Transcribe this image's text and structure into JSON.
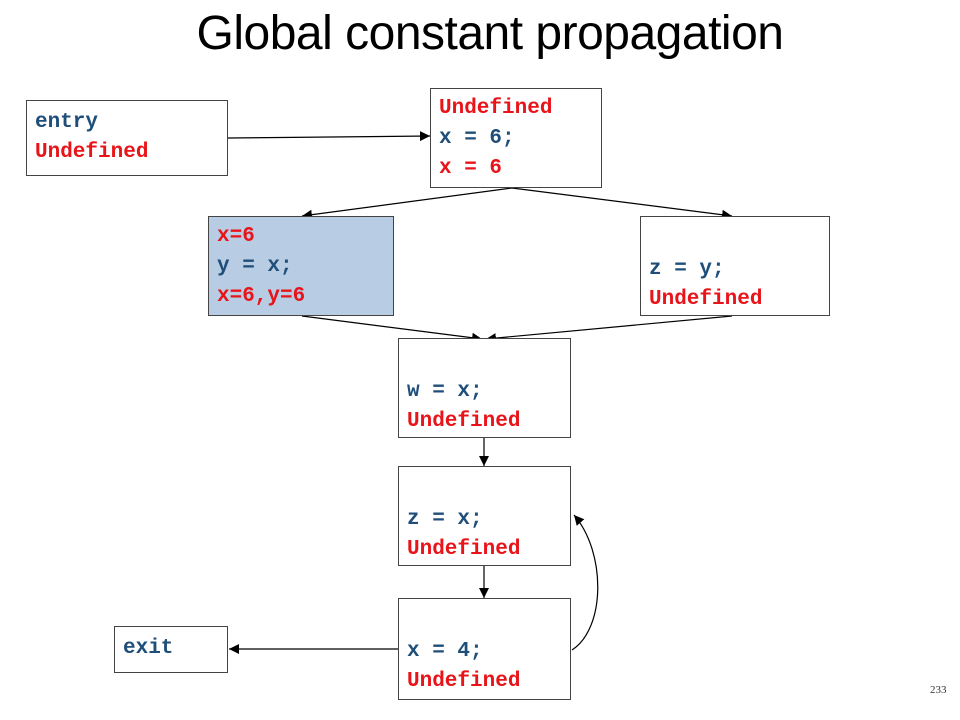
{
  "title": "Global constant propagation",
  "slide_number": "233",
  "colors": {
    "fact": "#e8141a",
    "code": "#1f4e79",
    "highlight": "#b8cce4"
  },
  "nodes": {
    "entry": {
      "code": "entry",
      "fact": "Undefined"
    },
    "n1": {
      "fact_in": "Undefined",
      "code": "x = 6;",
      "fact_out": "x = 6"
    },
    "n2": {
      "fact_in": "x=6",
      "code": "y = x;",
      "fact_out": "x=6,y=6"
    },
    "n3": {
      "code": "z = y;",
      "fact_out": "Undefined"
    },
    "n4": {
      "code": "w = x;",
      "fact_out": "Undefined"
    },
    "n5": {
      "code": "z = x;",
      "fact_out": "Undefined"
    },
    "n6": {
      "code": "x = 4;",
      "fact_out": "Undefined"
    },
    "exit": {
      "code": "exit"
    }
  }
}
